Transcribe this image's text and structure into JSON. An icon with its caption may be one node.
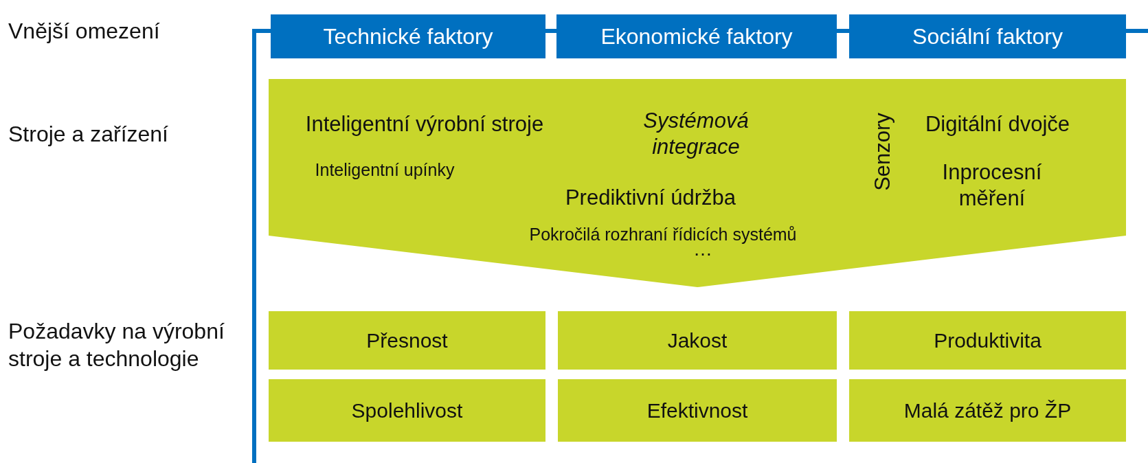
{
  "diagram": {
    "nodes": [
      {
        "text": [
          "Technické faktory"
        ]
      },
      {
        "text": [
          "Ekonomické faktory"
        ]
      },
      {
        "text": [
          "Sociální faktory"
        ]
      },
      {
        "text": [
          "Inteligentní výrobní stroje",
          "Inteligentní upínky",
          "Systémová integrace",
          "Prediktivní údržba",
          "Pokročilá rozhraní řídicích systémů",
          "…",
          "Senzory",
          "Digitální dvojče",
          "Inprocesní měření"
        ]
      },
      {
        "text": [
          "Přesnost"
        ]
      },
      {
        "text": [
          "Jakost"
        ]
      },
      {
        "text": [
          "Produktivita"
        ]
      },
      {
        "text": [
          "Spolehlivost"
        ]
      },
      {
        "text": [
          "Efektivnost"
        ]
      },
      {
        "text": [
          "Malá zátěž pro ŽP"
        ]
      }
    ],
    "edges": [],
    "labels": [
      "Vnější omezení",
      "Stroje a zařízení",
      "Požadavky na výrobní stroje a technologie"
    ]
  }
}
